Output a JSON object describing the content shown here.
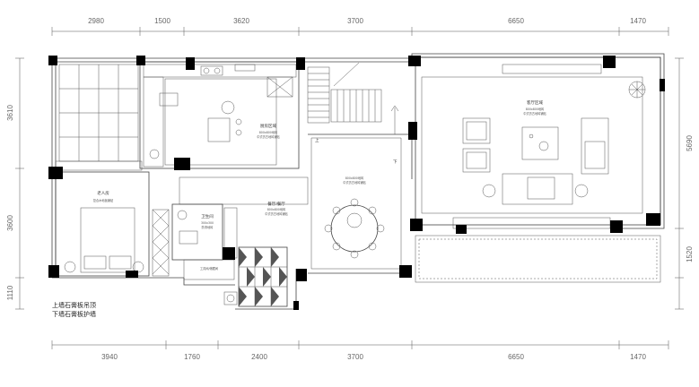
{
  "dimensions": {
    "top": [
      "2980",
      "1500",
      "3620",
      "3700",
      "6650",
      "1470"
    ],
    "bottom": [
      "3940",
      "1760",
      "2400",
      "3700",
      "6650",
      "1470"
    ],
    "left": [
      "3610",
      "3600",
      "1110"
    ],
    "right": [
      "5690",
      "1520"
    ]
  },
  "rooms": {
    "kitchen": {
      "name": "厨房区域",
      "spec": "800x800地砖",
      "note": "中式仿古地砖铺贴"
    },
    "dining": {
      "name": "餐厅/餐厅",
      "spec": "800x800地砖",
      "note": "中式仿古地砖铺贴"
    },
    "living": {
      "name": "客厅区域",
      "spec": "800x800地砖",
      "note": "中式仿古地砖铺贴"
    },
    "elder": {
      "name": "老人房",
      "note": "复合木地板铺贴"
    },
    "bath": {
      "name": "卫生间",
      "spec": "300x300",
      "note": "防滑地砖"
    },
    "storage": {
      "name": "工具间/储藏间"
    },
    "center": {
      "spec": "800x800地砖",
      "note": "中式仿古地砖铺贴"
    }
  },
  "stairs": {
    "up": "上",
    "down": "下"
  },
  "notes": [
    "上墙石膏板吊顶",
    "下墙石膏板护墙"
  ]
}
